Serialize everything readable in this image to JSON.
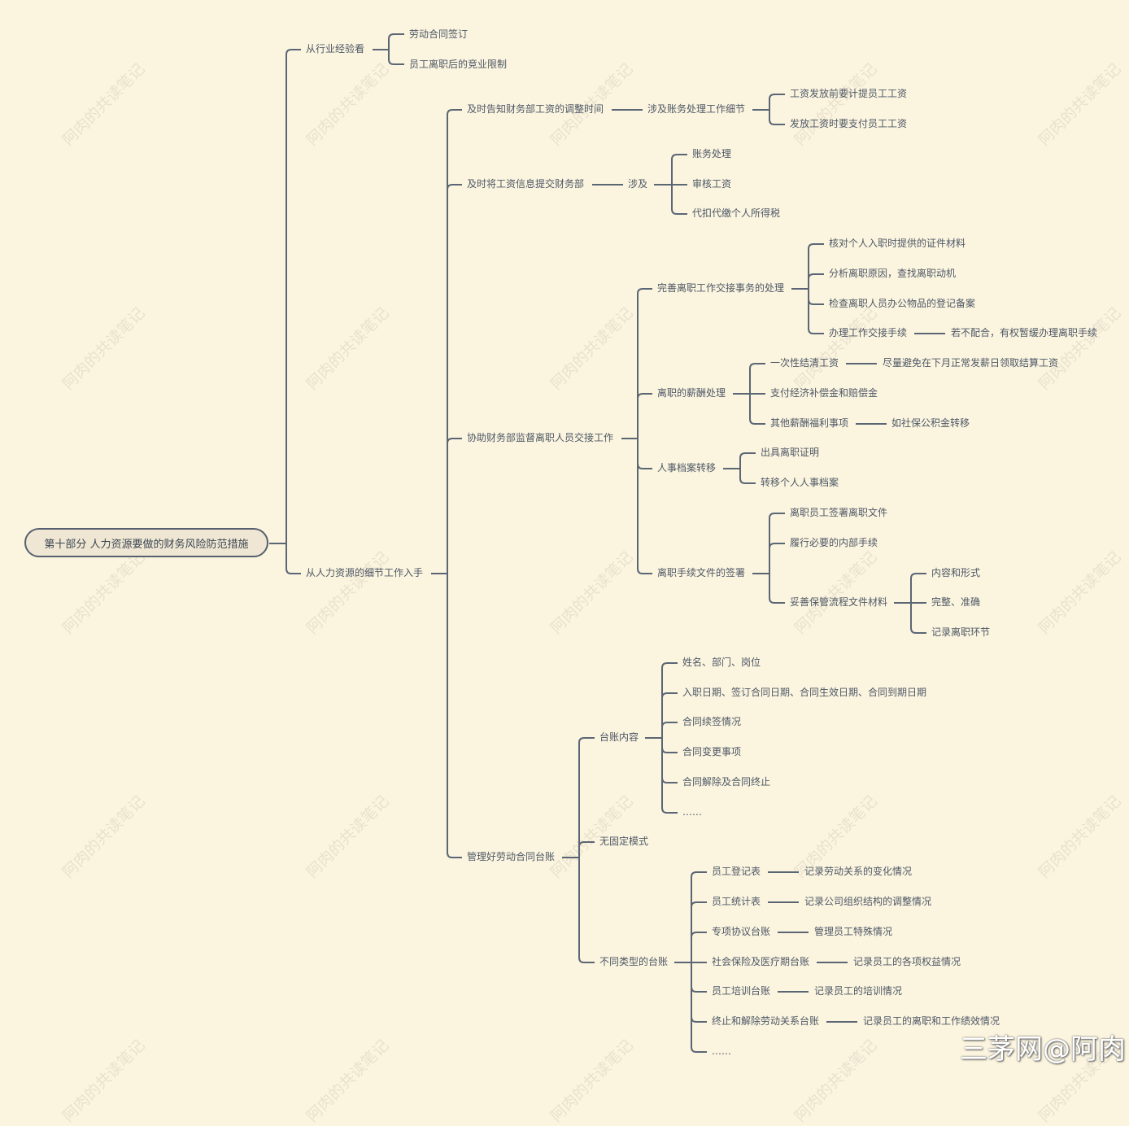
{
  "watermark": "阿肉的共读笔记",
  "brand": "三茅网@阿肉",
  "root": "第十部分  人力资源要做的财务风险防范措施",
  "b1": {
    "label": "从行业经验看",
    "c1": "劳动合同签订",
    "c2": "员工离职后的竞业限制"
  },
  "b2": {
    "label": "从人力资源的细节工作入手",
    "s1": {
      "label": "及时告知财务部工资的调整时间",
      "mid": "涉及账务处理工作细节",
      "c1": "工资发放前要计提员工工资",
      "c2": "发放工资时要支付员工工资"
    },
    "s2": {
      "label": "及时将工资信息提交财务部",
      "mid": "涉及",
      "c1": "账务处理",
      "c2": "审核工资",
      "c3": "代扣代缴个人所得税"
    },
    "s3": {
      "label": "协助财务部监督离职人员交接工作",
      "t1": {
        "label": "完善离职工作交接事务的处理",
        "c1": "核对个人入职时提供的证件材料",
        "c2": "分析离职原因，查找离职动机",
        "c3": "检查离职人员办公物品的登记备案",
        "c4": "办理工作交接手续",
        "c4n": "若不配合，有权暂缓办理离职手续"
      },
      "t2": {
        "label": "离职的薪酬处理",
        "c1": "一次性结清工资",
        "c1n": "尽量避免在下月正常发薪日领取结算工资",
        "c2": "支付经济补偿金和赔偿金",
        "c3": "其他薪酬福利事项",
        "c3n": "如社保公积金转移"
      },
      "t3": {
        "label": "人事档案转移",
        "c1": "出具离职证明",
        "c2": "转移个人人事档案"
      },
      "t4": {
        "label": "离职手续文件的签署",
        "c1": "离职员工签署离职文件",
        "c2": "履行必要的内部手续",
        "c3": "妥善保管流程文件材料",
        "c3a": "内容和形式",
        "c3b": "完整、准确",
        "c3c": "记录离职环节"
      }
    },
    "s4": {
      "label": "管理好劳动合同台账",
      "t1": {
        "label": "台账内容",
        "c1": "姓名、部门、岗位",
        "c2": "入职日期、签订合同日期、合同生效日期、合同到期日期",
        "c3": "合同续签情况",
        "c4": "合同变更事项",
        "c5": "合同解除及合同终止",
        "c6": "……"
      },
      "t2": {
        "label": "无固定模式"
      },
      "t3": {
        "label": "不同类型的台账",
        "c1": "员工登记表",
        "c1n": "记录劳动关系的变化情况",
        "c2": "员工统计表",
        "c2n": "记录公司组织结构的调整情况",
        "c3": "专项协议台账",
        "c3n": "管理员工特殊情况",
        "c4": "社会保险及医疗期台账",
        "c4n": "记录员工的各项权益情况",
        "c5": "员工培训台账",
        "c5n": "记录员工的培训情况",
        "c6": "终止和解除劳动关系台账",
        "c6n": "记录员工的离职和工作绩效情况",
        "c7": "……"
      }
    }
  }
}
